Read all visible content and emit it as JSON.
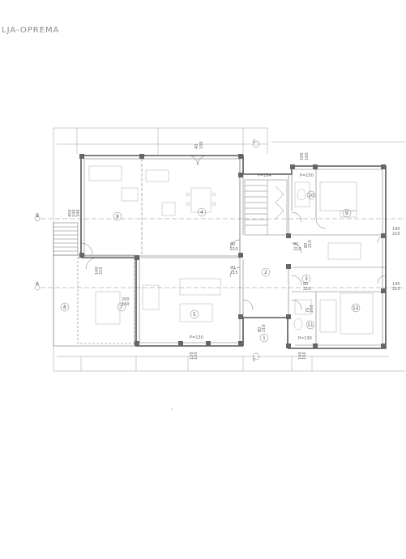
{
  "sheet": {
    "title": "LJA-OPREMA"
  },
  "plan": {
    "rooms": [
      {
        "id": "1",
        "label": "1"
      },
      {
        "id": "2",
        "label": "2"
      },
      {
        "id": "3",
        "label": "3"
      },
      {
        "id": "4",
        "label": "4"
      },
      {
        "id": "5",
        "label": "5"
      },
      {
        "id": "6",
        "label": "6"
      },
      {
        "id": "7",
        "label": "7"
      },
      {
        "id": "8",
        "label": "8"
      },
      {
        "id": "9",
        "label": "9"
      },
      {
        "id": "10",
        "label": "10"
      },
      {
        "id": "11",
        "label": "11"
      },
      {
        "id": "12",
        "label": "12"
      }
    ],
    "axes": {
      "a": "A",
      "b": "B"
    },
    "dims": {
      "top_window_a": "40",
      "top_window_b": "150",
      "top_right_a": "100",
      "top_right_b": "160",
      "top_c": "C",
      "left_a": "450",
      "left_b": "240",
      "left_c": "340",
      "door_right_b": "140",
      "door_right_b2": "210",
      "door_right_a": "140",
      "door_right_a2": "210",
      "d1": "80",
      "d1b": "210",
      "d2": "80",
      "d2b": "210",
      "d3": "90",
      "d3b": "215",
      "d4": "80",
      "d4b": "210",
      "d5": "140",
      "d5b": "210",
      "d6": "200",
      "d6b": "150",
      "d7": "70",
      "d7b": "200",
      "d8": "80",
      "d8b": "210",
      "bottom_a": "120",
      "bottom_b": "150",
      "bottom_c": "100",
      "bottom_d": "160",
      "bottom_c2": "C",
      "parapet_top": "P=264",
      "parapet_10": "P=150",
      "parapet_5": "P=130",
      "parapet_11": "P=130",
      "small_1": "80",
      "small_1b": "210"
    }
  }
}
